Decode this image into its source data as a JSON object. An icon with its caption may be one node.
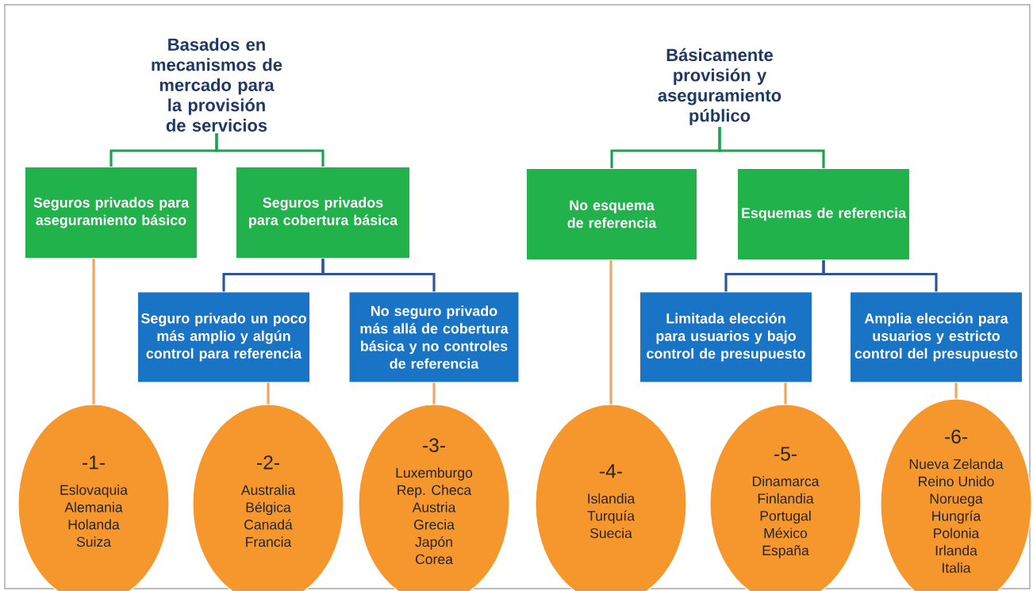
{
  "diagram": {
    "nodes": [
      {
        "text": [
          "Basados en mecanismos de mercado para la provisión de servicios"
        ]
      },
      {
        "text": [
          "Básicamente provisión y aseguramiento público"
        ]
      },
      {
        "text": [
          "Seguros privados para aseguramiento básico"
        ]
      },
      {
        "text": [
          "Seguros privados para cobertura básica"
        ]
      },
      {
        "text": [
          "No esquema de referencia"
        ]
      },
      {
        "text": [
          "Esquemas de referencia"
        ]
      },
      {
        "text": [
          "Seguro privado un poco más amplio y algún control para referencia"
        ]
      },
      {
        "text": [
          "No seguro privado más allá de cobertura básica y no controles de referencia"
        ]
      },
      {
        "text": [
          "Limitada elección para usuarios y bajo control de presupuesto"
        ]
      },
      {
        "text": [
          "Amplia elección para usuarios y estricto control del presupuesto"
        ]
      },
      {
        "text": [
          "-1-",
          "Eslovaquia",
          "Alemania",
          "Holanda",
          "Suiza"
        ]
      },
      {
        "text": [
          "-2-",
          "Australia",
          "Bélgica",
          "Canadá",
          "Francia"
        ]
      },
      {
        "text": [
          "-3-",
          "Luxemburgo",
          "Rep. Checa",
          "Austria",
          "Grecia",
          "Japón",
          "Corea"
        ]
      },
      {
        "text": [
          "-4-",
          "Islandia",
          "Turquía",
          "Suecia"
        ]
      },
      {
        "text": [
          "-5-",
          "Dinamarca",
          "Finlandia",
          "Portugal",
          "México",
          "España"
        ]
      },
      {
        "text": [
          "-6-",
          "Nueva Zelanda",
          "Reino Unido",
          "Noruega",
          "Hungría",
          "Polonia",
          "Irlanda",
          "Italia"
        ]
      }
    ],
    "edges": [
      {
        "from": 0,
        "to": 2,
        "arrow": "none",
        "color": "#1aa34a"
      },
      {
        "from": 0,
        "to": 3,
        "arrow": "none",
        "color": "#1aa34a"
      },
      {
        "from": 1,
        "to": 4,
        "arrow": "none",
        "color": "#1aa34a"
      },
      {
        "from": 1,
        "to": 5,
        "arrow": "none",
        "color": "#1aa34a"
      },
      {
        "from": 3,
        "to": 6,
        "arrow": "none",
        "color": "#2f5597"
      },
      {
        "from": 3,
        "to": 7,
        "arrow": "none",
        "color": "#2f5597"
      },
      {
        "from": 5,
        "to": 8,
        "arrow": "none",
        "color": "#2f5597"
      },
      {
        "from": 5,
        "to": 9,
        "arrow": "none",
        "color": "#2f5597"
      },
      {
        "from": 2,
        "to": 10,
        "arrow": "none"
      },
      {
        "from": 6,
        "to": 11,
        "arrow": "none"
      },
      {
        "from": 7,
        "to": 12,
        "arrow": "none"
      },
      {
        "from": 4,
        "to": 13,
        "arrow": "none"
      },
      {
        "from": 8,
        "to": 14,
        "arrow": "none"
      },
      {
        "from": 9,
        "to": 15,
        "arrow": "none"
      }
    ]
  }
}
